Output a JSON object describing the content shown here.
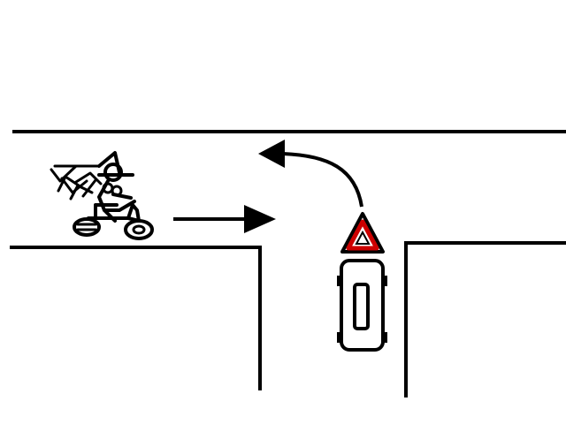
{
  "scene": {
    "type": "traffic-intersection-diagram",
    "road_layout": "T-junction",
    "background_color": "#ffffff",
    "line_color": "#000000",
    "participants": [
      {
        "kind": "motorcycle-with-rider",
        "icon": "motorcycle-icon",
        "heading": "east",
        "maneuver": "straight"
      },
      {
        "kind": "car",
        "icon": "car-icon",
        "heading": "north",
        "maneuver": "left-turn"
      }
    ],
    "signs": [
      {
        "kind": "warning-triangle",
        "icon": "warning-triangle-icon",
        "border_color": "#cc0000",
        "fill_color": "#ffffff"
      }
    ],
    "arrows": [
      {
        "id": "motorcycle-path",
        "icon": "arrow-right-icon",
        "shape": "straight"
      },
      {
        "id": "car-path",
        "icon": "arrow-left-turn-icon",
        "shape": "curved"
      }
    ]
  }
}
